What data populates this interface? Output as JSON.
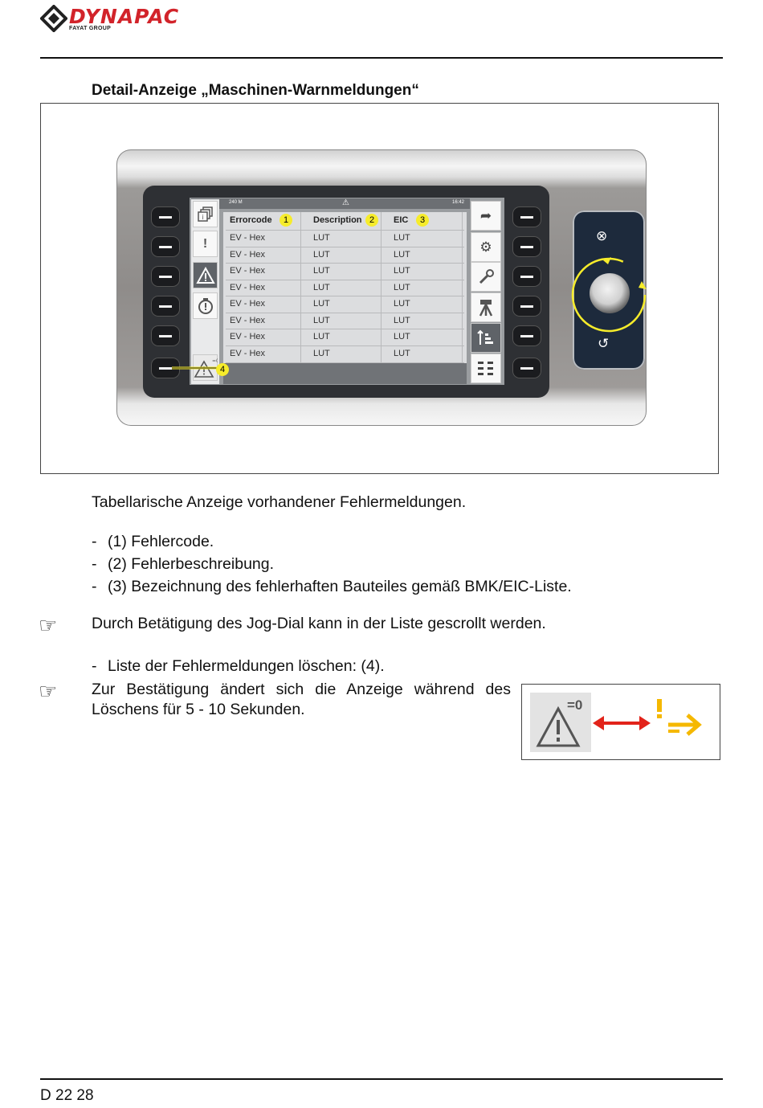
{
  "header": {
    "brand": "DYNAPAC",
    "sub_brand": "FAYAT GROUP"
  },
  "section_title": "Detail-Anzeige „Maschinen-Warnmeldungen“",
  "screen": {
    "status_left": "240 M",
    "status_center_icon": "warning-icon",
    "status_right": "16:42",
    "columns": [
      {
        "label": "Errorcode",
        "callout": "1"
      },
      {
        "label": "Description",
        "callout": "2"
      },
      {
        "label": "EIC",
        "callout": "3"
      }
    ],
    "rows": [
      [
        "EV - Hex",
        "LUT",
        "LUT"
      ],
      [
        "EV - Hex",
        "LUT",
        "LUT"
      ],
      [
        "EV - Hex",
        "LUT",
        "LUT"
      ],
      [
        "EV - Hex",
        "LUT",
        "LUT"
      ],
      [
        "EV - Hex",
        "LUT",
        "LUT"
      ],
      [
        "EV - Hex",
        "LUT",
        "LUT"
      ],
      [
        "EV - Hex",
        "LUT",
        "LUT"
      ],
      [
        "EV - Hex",
        "LUT",
        "LUT"
      ]
    ],
    "delete_callout": "4",
    "left_icons": [
      "layers-info-icon",
      "exclamation-icon",
      "warning-icon",
      "engine-icon"
    ],
    "right_icons": [
      "forward-arrow-icon",
      "settings-gear-icon",
      "wrench-icon",
      "tripod-icon",
      "sort-icon",
      "menu-grid-icon"
    ],
    "highlight_color": "#f6ec2b"
  },
  "body": {
    "intro": "Tabellarische Anzeige vorhandener Fehlermeldungen.",
    "items": [
      "(1) Fehlercode.",
      "(2) Fehlerbeschreibung.",
      "(3) Bezeichnung des fehlerhaften Bauteiles gemäß BMK/EIC-Liste."
    ],
    "note1": "Durch Betätigung des Jog-Dial kann in der Liste gescrollt werden.",
    "item_delete": "Liste der Fehlermeldungen löschen: (4).",
    "note2": "Zur Bestätigung ändert sich die Anzeige während des Löschens für 5 - 10 Sekunden.",
    "dash": "-",
    "hand_icon": "☞"
  },
  "inset": {
    "counter": "=0",
    "arrow_color": "#e2231a",
    "alt_color": "#f5b800"
  },
  "footer": {
    "page_code": "D 22 28"
  }
}
